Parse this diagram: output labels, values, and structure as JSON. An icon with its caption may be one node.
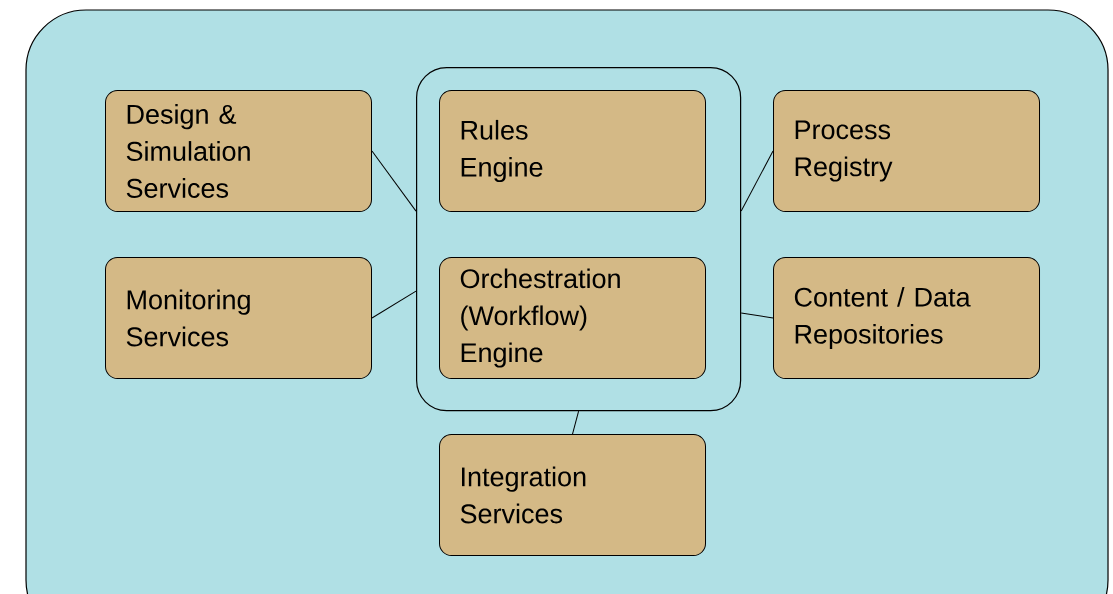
{
  "diagram": {
    "nodes": [
      {
        "text": [
          "Design & Simulation Services"
        ]
      },
      {
        "text": [],
        "shape": "box"
      },
      {
        "text": [
          "Rules Engine"
        ],
        "in": 1
      },
      {
        "text": [
          "Process Registry"
        ]
      },
      {
        "text": [
          "Monitoring Services"
        ]
      },
      {
        "text": [
          "Orchestration (Workflow) Engine"
        ],
        "in": 1
      },
      {
        "text": [
          "Content / Data Repositories"
        ]
      },
      {
        "text": [
          "Integration Services"
        ]
      }
    ],
    "edges": [
      {
        "from": 0,
        "to": 1,
        "arrow": "none"
      },
      {
        "from": 4,
        "to": 1,
        "arrow": "none"
      },
      {
        "from": 1,
        "to": 3,
        "arrow": "none"
      },
      {
        "from": 1,
        "to": 6,
        "arrow": "none"
      },
      {
        "from": 1,
        "to": 7,
        "arrow": "none"
      }
    ]
  }
}
